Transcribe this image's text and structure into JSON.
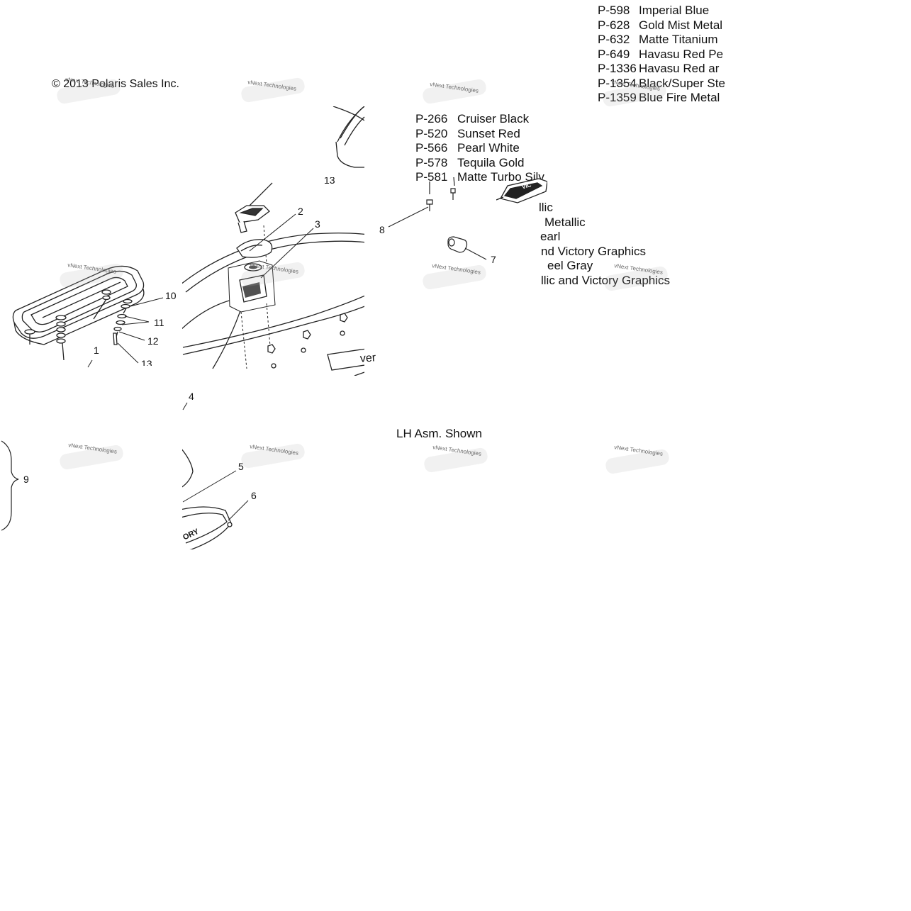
{
  "copyright": "© 2013 Polaris Sales Inc.",
  "caption": "LH Asm. Shown",
  "watermark": "vNext Technologies",
  "paint_list_top_right": [
    {
      "code": "P-598",
      "name": "Imperial Blue"
    },
    {
      "code": "P-628",
      "name": "Gold Mist Metal"
    },
    {
      "code": "P-632",
      "name": "Matte Titanium"
    },
    {
      "code": "P-649",
      "name": "Havasu Red Pe"
    },
    {
      "code": "P-1336",
      "name": "Havasu Red ar"
    },
    {
      "code": "P-1354",
      "name": "Black/Super Ste"
    },
    {
      "code": "P-1359",
      "name": "Blue Fire Metal"
    }
  ],
  "paint_list_middle": [
    {
      "code": "P-266",
      "name": "Cruiser Black"
    },
    {
      "code": "P-520",
      "name": "Sunset Red"
    },
    {
      "code": "P-566",
      "name": "Pearl White"
    },
    {
      "code": "P-578",
      "name": "Tequila Gold"
    },
    {
      "code": "P-581",
      "name": "Matte Turbo Silv"
    }
  ],
  "paint_list_fragments": [
    "llic",
    " Metallic",
    "earl",
    "nd Victory Graphics",
    "eel Gray",
    "llic and Victory Graphics"
  ],
  "callouts": {
    "c1": "1",
    "c2": "2",
    "c3": "3",
    "c4": "4",
    "c5": "5",
    "c6": "6",
    "c7": "7",
    "c8": "8",
    "c9": "9",
    "c10": "10",
    "c11": "11",
    "c12": "12",
    "c13a": "13",
    "c13b": "13"
  },
  "lid_lettering": "ver",
  "lid_lettering_bottom": "ORY",
  "lid_lettering_top": "VIC"
}
